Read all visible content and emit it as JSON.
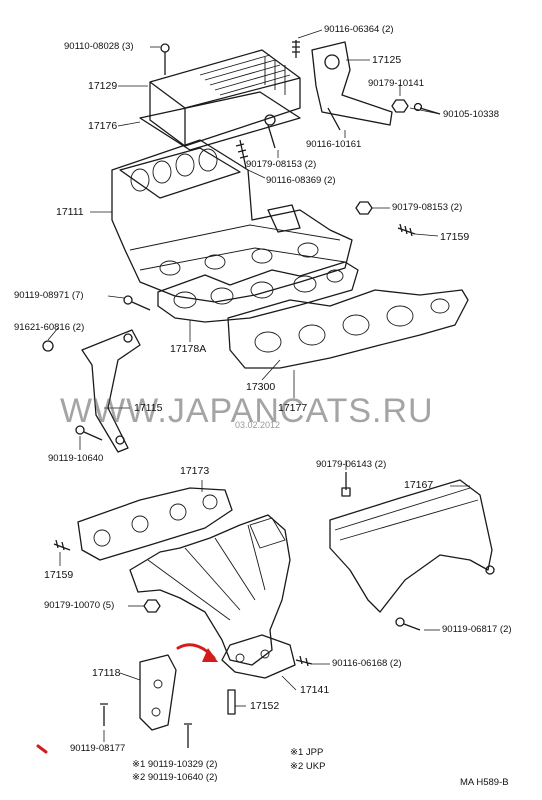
{
  "labels": {
    "p_90110_08028": "90110-08028 (3)",
    "p_17129": "17129",
    "p_17176": "17176",
    "p_90116_06364": "90116-06364 (2)",
    "p_17125": "17125",
    "p_90179_10141": "90179-10141",
    "p_90105_10338": "90105-10338",
    "p_90116_10161": "90116-10161",
    "p_90179_08153a": "90179-08153 (2)",
    "p_90116_08369": "90116-08369 (2)",
    "p_17111": "17111",
    "p_90179_08153b": "90179-08153 (2)",
    "p_17159a": "17159",
    "p_90119_08971": "90119-08971 (7)",
    "p_91621_60816": "91621-60816 (2)",
    "p_17178A": "17178A",
    "p_17300": "17300",
    "p_17115": "17115",
    "p_17177": "17177",
    "p_90119_10640a": "90119-10640",
    "p_17173": "17173",
    "p_90179_06143": "90179-06143 (2)",
    "p_17167": "17167",
    "p_17159b": "17159",
    "p_90179_10070": "90179-10070 (5)",
    "p_90119_06817": "90119-06817 (2)",
    "p_90116_06168": "90116-06168 (2)",
    "p_17118": "17118",
    "p_17141": "17141",
    "p_17152": "17152",
    "p_90119_08177": "90119-08177",
    "p_foot1": "※1 90119-10329 (2)",
    "p_foot2": "※2 90119-10640 (2)",
    "legend_jpp": "※1 JPP",
    "legend_ukp": "※2 UKP",
    "diagram_code": "MA H589-B"
  },
  "watermark": {
    "text": "WWW.JAPANCATS.RU",
    "date": "03.02.2012"
  },
  "colors": {
    "line": "#1a1a1a",
    "pointer_arrow": "#d41c1c",
    "watermark": "#8a8a8a"
  }
}
